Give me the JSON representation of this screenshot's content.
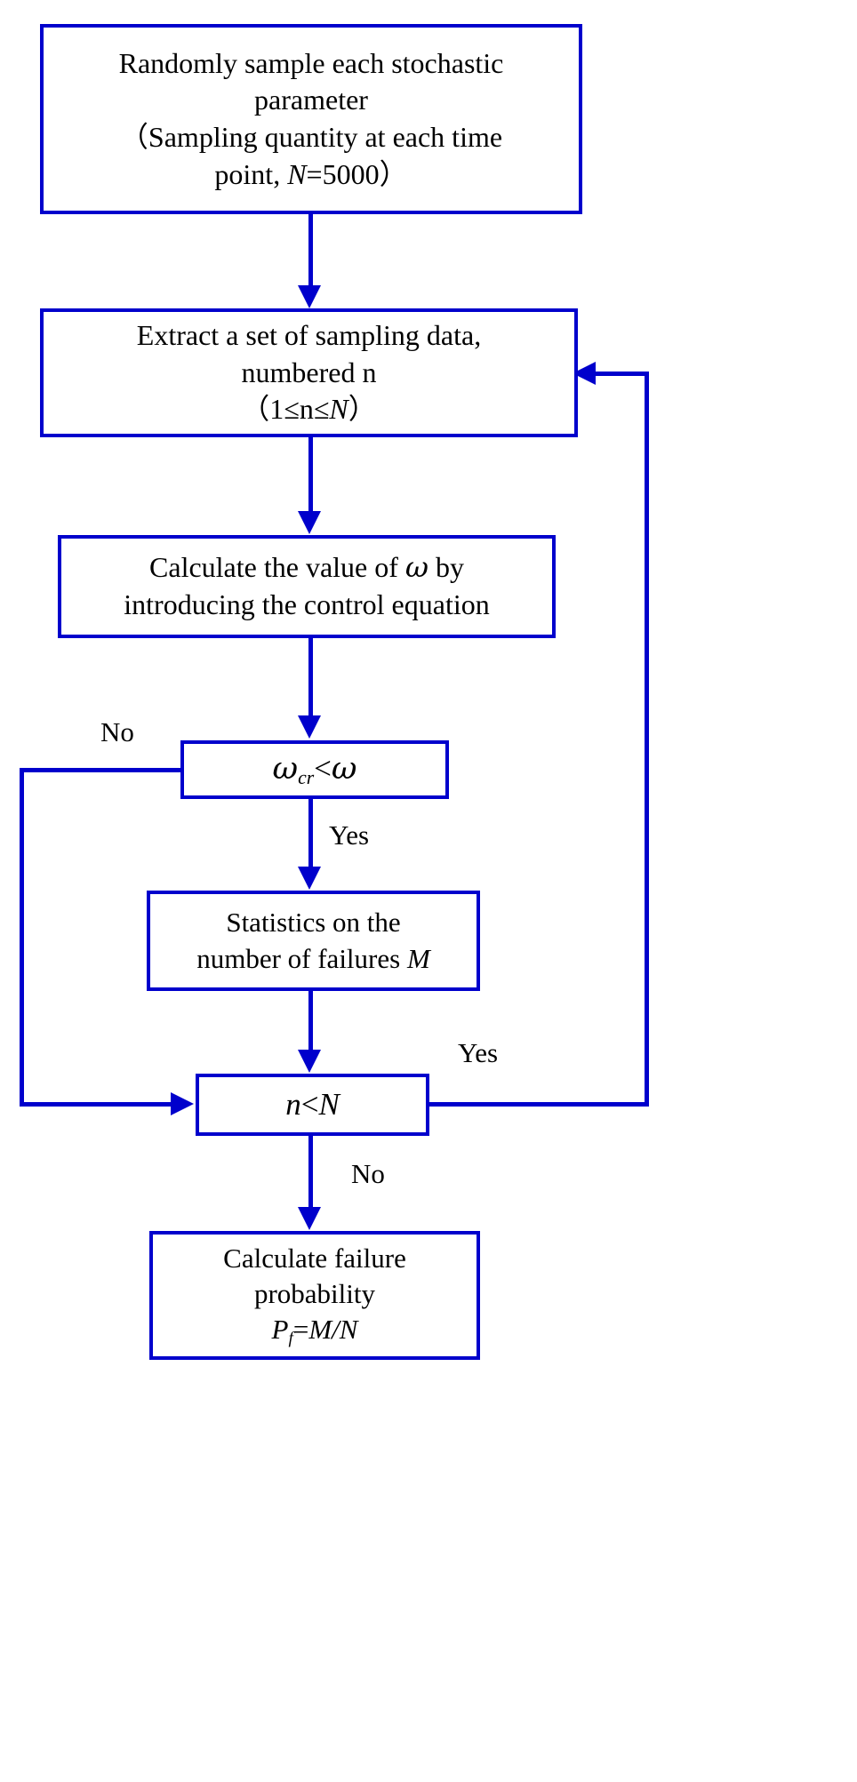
{
  "diagram": {
    "title": "Monte Carlo simulation failure probability flowchart",
    "accent_color": "#0000cc",
    "text_color": "#000000",
    "background_color": "#ffffff"
  },
  "nodes": {
    "sample": {
      "id": "randomly-sample",
      "type": "process",
      "lines": [
        "Randomly sample each stochastic",
        "parameter",
        "（Sampling quantity at each time",
        "point, N=5000）"
      ],
      "line1": "Randomly sample each stochastic",
      "line2": "parameter",
      "line3": "（Sampling quantity at each time",
      "line4_pre": "point, ",
      "line4_var": "N",
      "line4_post": "=5000）"
    },
    "extract": {
      "id": "extract-sampling-data",
      "type": "process",
      "line1": "Extract a set of sampling data,",
      "line2": "numbered n",
      "line3_pre": "（1≤n≤",
      "line3_var": "N",
      "line3_post": "）"
    },
    "calc_omega": {
      "id": "calculate-omega",
      "type": "process",
      "line1_pre": "Calculate the value of ",
      "line1_var": "ω",
      "line1_post": " by",
      "line2": "introducing the control equation"
    },
    "omega_check": {
      "id": "omega-criterion-decision",
      "type": "decision",
      "var": "ω",
      "sub": "cr",
      "op": "<",
      "var2": "ω",
      "full": "ωcr<ω"
    },
    "statistics": {
      "id": "statistics-failures",
      "type": "process",
      "line1": "Statistics on the",
      "line2_pre": "number of failures ",
      "line2_var": "M"
    },
    "n_check": {
      "id": "n-less-than-N-decision",
      "type": "decision",
      "var1": "n",
      "op": "<",
      "var2": "N",
      "full": "n<N"
    },
    "failure_prob": {
      "id": "calculate-failure-probability",
      "type": "process",
      "line1": "Calculate failure",
      "line2": "probability",
      "line3_var1": "P",
      "line3_sub": "f",
      "line3_mid": "=",
      "line3_var2": "M",
      "line3_slash": "/",
      "line3_var3": "N"
    }
  },
  "edge_labels": {
    "omega_no": "No",
    "omega_yes": "Yes",
    "n_yes": "Yes",
    "n_no": "No"
  },
  "chart_data": {
    "type": "flowchart",
    "orientation": "top-to-bottom",
    "steps": [
      "Randomly sample each stochastic parameter (N=5000)",
      "Extract a set of sampling data, numbered n (1<=n<=N)",
      "Calculate the value of omega by introducing the control equation",
      "Decision: omega_cr < omega",
      "Statistics on the number of failures M",
      "Decision: n < N",
      "Calculate failure probability P_f = M/N"
    ],
    "parameters": {
      "N": 5000,
      "failure_probability_formula": "P_f = M/N"
    },
    "branches": [
      {
        "from": "omega_cr<omega",
        "label": "Yes",
        "to": "Statistics on the number of failures M"
      },
      {
        "from": "omega_cr<omega",
        "label": "No",
        "to": "n<N"
      },
      {
        "from": "n<N",
        "label": "Yes",
        "to": "Extract a set of sampling data"
      },
      {
        "from": "n<N",
        "label": "No",
        "to": "Calculate failure probability"
      }
    ]
  }
}
